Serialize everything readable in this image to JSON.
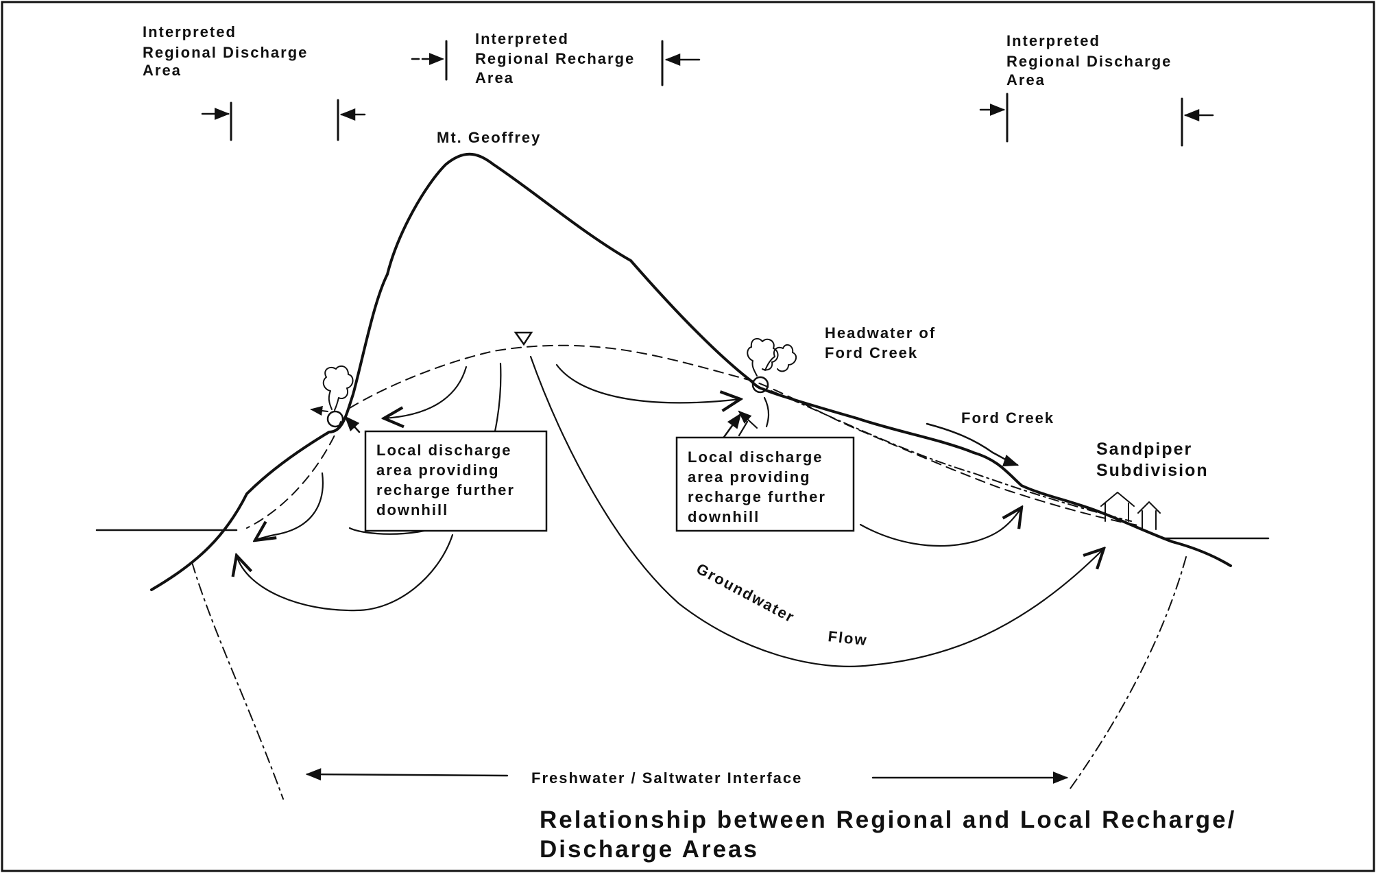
{
  "labels": {
    "left_discharge": [
      "Interpreted",
      "Regional  Discharge",
      "Area"
    ],
    "recharge": [
      "Interpreted",
      "Regional  Recharge",
      "Area"
    ],
    "right_discharge": [
      "Interpreted",
      "Regional  Discharge",
      "Area"
    ],
    "peak": "Mt.  Geoffrey",
    "headwater": [
      "Headwater  of",
      "Ford  Creek"
    ],
    "ford_creek": "Ford  Creek",
    "subdivision": [
      "Sandpiper",
      "Subdivision"
    ],
    "groundwater_flow": [
      "Groundwater",
      "Flow"
    ],
    "interface": "Freshwater  /  Saltwater  Interface"
  },
  "boxes": {
    "left": [
      "Local  discharge",
      "area  providing",
      "recharge  further",
      "downhill"
    ],
    "right": [
      "Local  discharge",
      "area  providing",
      "recharge  further",
      "downhill"
    ]
  },
  "title": [
    "Relationship  between  Regional  and  Local  Recharge/",
    "Discharge  Areas"
  ]
}
